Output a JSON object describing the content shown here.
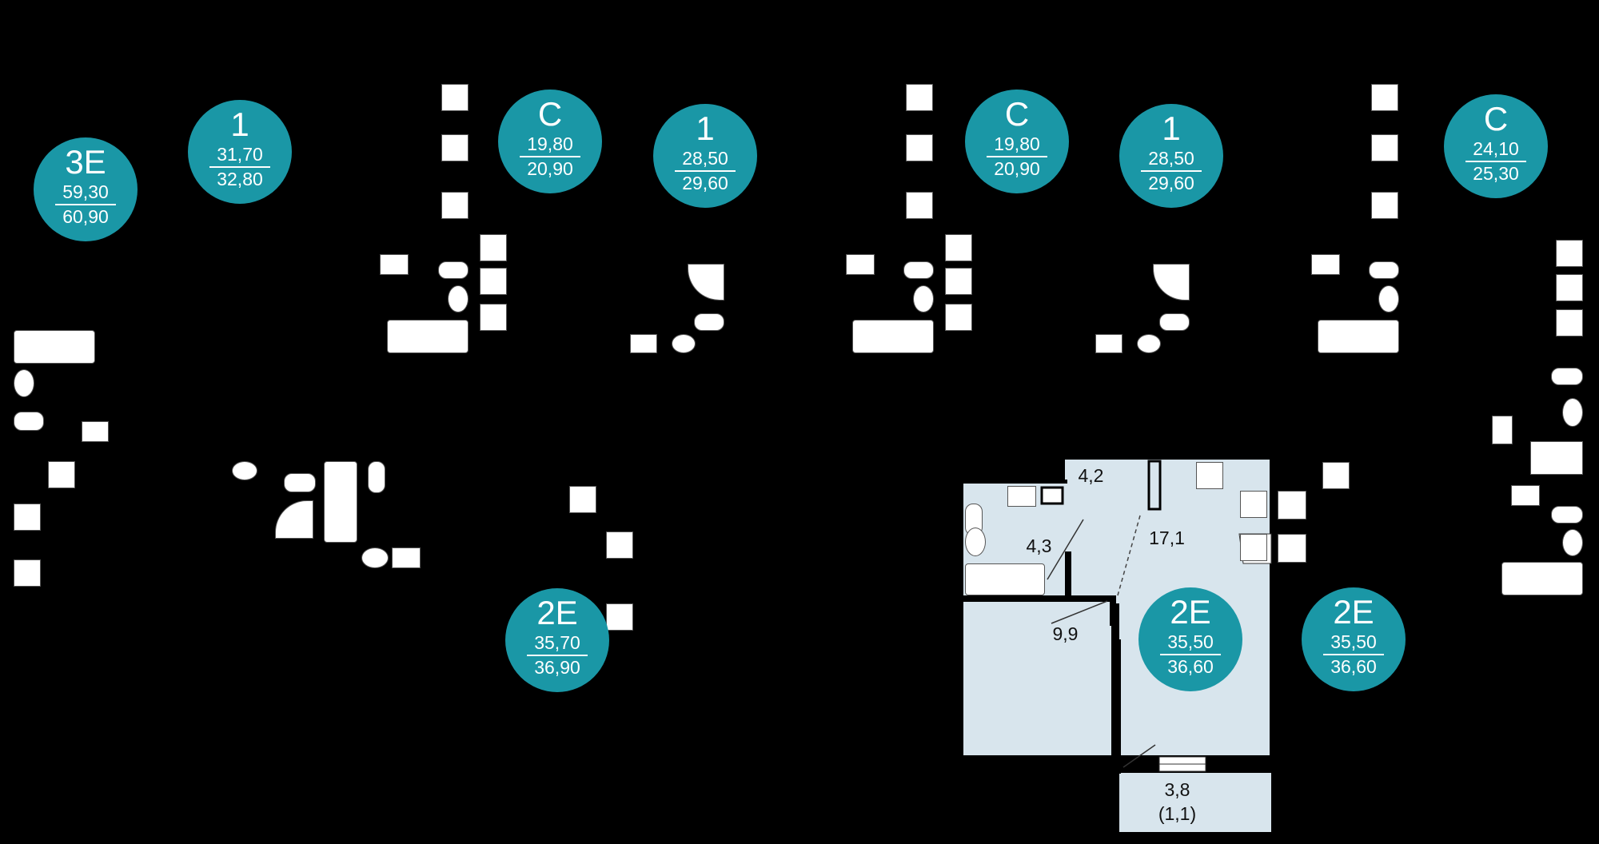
{
  "units": [
    {
      "type": "3E",
      "area_living": "59,30",
      "area_total": "60,90"
    },
    {
      "type": "1",
      "area_living": "31,70",
      "area_total": "32,80"
    },
    {
      "type": "C",
      "area_living": "19,80",
      "area_total": "20,90"
    },
    {
      "type": "1",
      "area_living": "28,50",
      "area_total": "29,60"
    },
    {
      "type": "C",
      "area_living": "19,80",
      "area_total": "20,90"
    },
    {
      "type": "1",
      "area_living": "28,50",
      "area_total": "29,60"
    },
    {
      "type": "C",
      "area_living": "24,10",
      "area_total": "25,30"
    },
    {
      "type": "2E",
      "area_living": "35,70",
      "area_total": "36,90"
    },
    {
      "type": "2E",
      "area_living": "35,50",
      "area_total": "36,60"
    },
    {
      "type": "2E",
      "area_living": "35,50",
      "area_total": "36,60"
    }
  ],
  "rooms": {
    "hall": "4,2",
    "bathroom": "4,3",
    "kitchen_living": "17,1",
    "bedroom": "9,9",
    "balcony": "3,8",
    "balcony_reduced": "(1,1)"
  },
  "colors": {
    "badge": "#1a97a6",
    "highlight": "#d8e5ed",
    "background": "#000000"
  }
}
